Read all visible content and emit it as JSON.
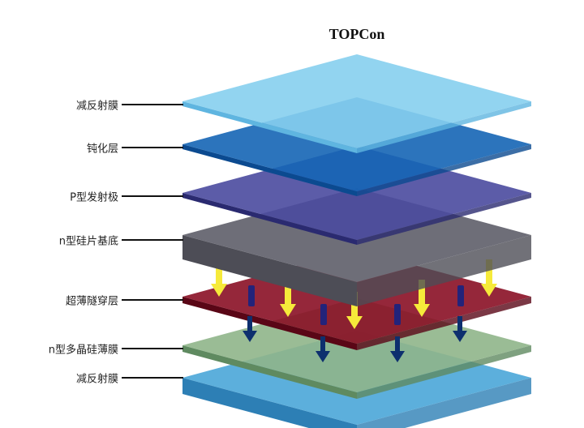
{
  "title": "TOPCon",
  "layers": [
    {
      "label": "减反射膜",
      "top": "#86cfee",
      "side": "#5fb5e0"
    },
    {
      "label": "钝化层",
      "top": "#1565b5",
      "side": "#0b4a90"
    },
    {
      "label": "P型发射极",
      "top": "#4a4a9e",
      "side": "#2a2a70"
    },
    {
      "label": "n型硅片基底",
      "top": "#6e6e78",
      "side": "#4d4d56"
    },
    {
      "label": "超薄隧穿层",
      "top": "#8a0f25",
      "side": "#5a0616"
    },
    {
      "label": "n型多晶硅薄膜",
      "top": "#8fb58a",
      "side": "#5f8a60"
    },
    {
      "label": "减反射膜",
      "top": "#4aa6d8",
      "side": "#2d7fb5"
    }
  ],
  "colors": {
    "yellow_arrow": "#f6ea3a",
    "blue_arrow": "#0d2f6e",
    "bar": "#23237a"
  }
}
